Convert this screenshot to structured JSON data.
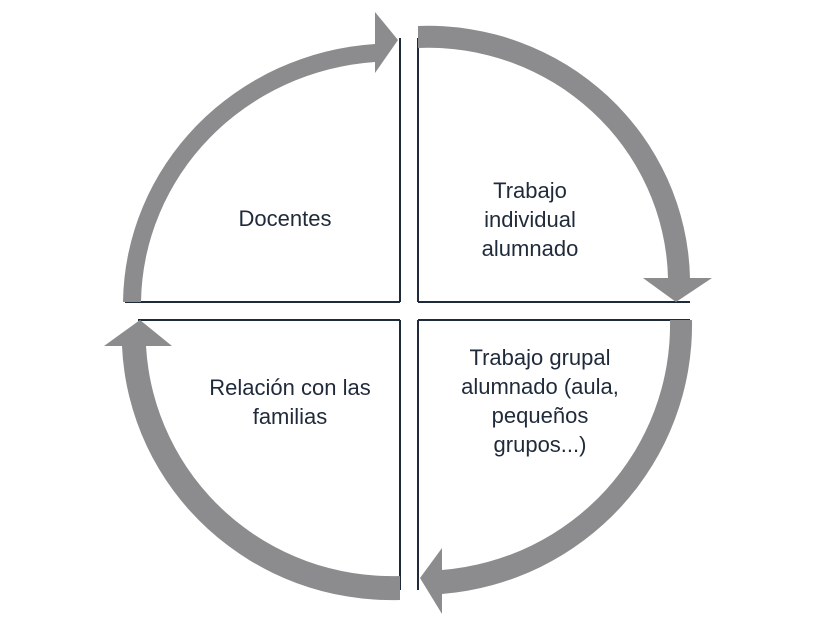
{
  "diagram": {
    "arrow_color": "#8c8c8e",
    "line_color": "#1f2a3a",
    "quadrants": {
      "top_left": "Docentes",
      "top_right": "Trabajo\nindividual\nalumnado",
      "bottom_right": "Trabajo grupal\nalumnado (aula,\npequeños\ngrupos...)",
      "bottom_left": "Relación con las\nfamilias"
    }
  }
}
